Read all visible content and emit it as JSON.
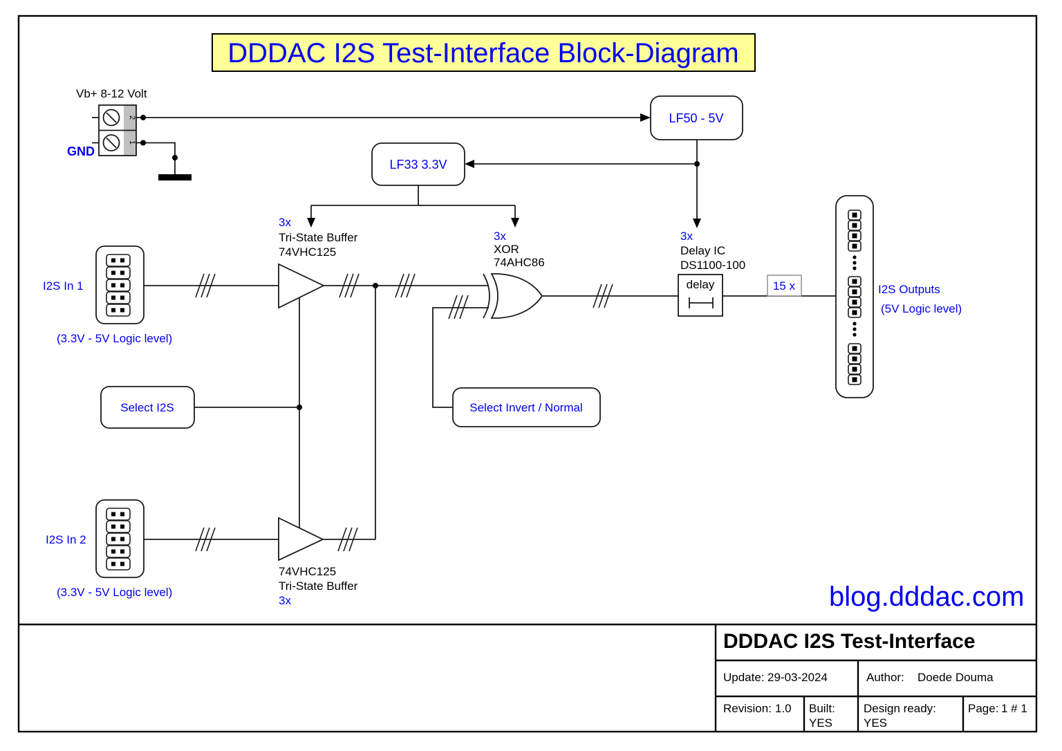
{
  "banner": {
    "title": "DDDAC I2S Test-Interface Block-Diagram"
  },
  "colors": {
    "accent_blue": "#0000f0",
    "banner_fill": "#ffff99",
    "terminal_gray": "#c0c0c0",
    "line_black": "#1a1a1a"
  },
  "power": {
    "vb_label": "Vb+ 8-12 Volt",
    "gnd_label": "GND",
    "terminal_pin_2": "2",
    "terminal_pin_1": "1",
    "lf50_label": "LF50 - 5V",
    "lf33_label": "LF33 3.3V"
  },
  "buffer1": {
    "count": "3x",
    "name": "Tri-State Buffer",
    "part": "74VHC125"
  },
  "xor": {
    "count": "3x",
    "name": "XOR",
    "part": "74AHC86"
  },
  "delay": {
    "count": "3x",
    "name": "Delay IC",
    "part": "DS1100-100",
    "symbol_label": "delay"
  },
  "buffer2": {
    "part": "74VHC125",
    "name": "Tri-State Buffer",
    "count": "3x"
  },
  "multiplier": "15 x",
  "input1": {
    "label": "I2S In 1",
    "level": "(3.3V - 5V Logic level)"
  },
  "input2": {
    "label": "I2S In 2",
    "level": "(3.3V - 5V Logic level)"
  },
  "outputs": {
    "label": "I2S Outputs",
    "level": "(5V Logic level)"
  },
  "controls": {
    "select_i2s": "Select I2S",
    "select_invert": "Select Invert / Normal"
  },
  "website": "blog.dddac.com",
  "title_block": {
    "title": "DDDAC I2S Test-Interface",
    "update_label": "Update:",
    "update_value": "29-03-2024",
    "author_label": "Author:",
    "author_value": "Doede Douma",
    "revision_label": "Revision:",
    "revision_value": "1.0",
    "built_label": "Built:",
    "built_value": "YES",
    "design_label": "Design ready:",
    "design_value": "YES",
    "page_label": "Page:",
    "page_value": "1 # 1"
  }
}
